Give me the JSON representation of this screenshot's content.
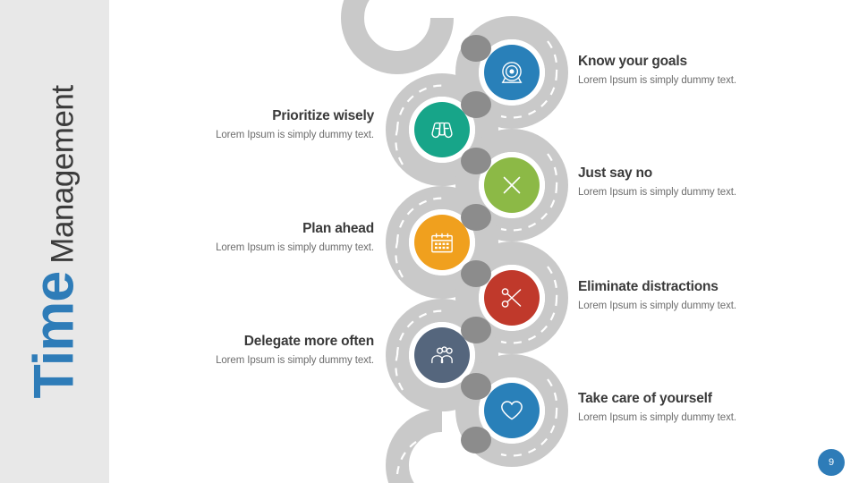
{
  "slide": {
    "title_main": "Time",
    "title_sub": "Management",
    "page_number": "9",
    "background_color": "#ffffff",
    "panel_color": "#e8e8e8",
    "accent_color": "#2e7cb8",
    "road_color": "#c9c9c9",
    "road_dash_color": "#ffffff",
    "connector_color": "#8c8c8c"
  },
  "steps": [
    {
      "title": "Know your goals",
      "desc": "Lorem Ipsum is simply dummy text.",
      "icon": "target-icon",
      "color": "#2980b9",
      "side": "right"
    },
    {
      "title": "Prioritize wisely",
      "desc": "Lorem Ipsum is simply dummy text.",
      "icon": "binoculars-icon",
      "color": "#17a589",
      "side": "left"
    },
    {
      "title": "Just say no",
      "desc": "Lorem Ipsum is simply dummy text.",
      "icon": "cross-icon",
      "color": "#8cb946",
      "side": "right"
    },
    {
      "title": "Plan ahead",
      "desc": "Lorem Ipsum is simply dummy text.",
      "icon": "calendar-icon",
      "color": "#f0a01e",
      "side": "left"
    },
    {
      "title": "Eliminate distractions",
      "desc": "Lorem Ipsum is simply dummy text.",
      "icon": "scissors-icon",
      "color": "#c0392b",
      "side": "right"
    },
    {
      "title": "Delegate more often",
      "desc": "Lorem Ipsum is simply dummy text.",
      "icon": "people-icon",
      "color": "#55667d",
      "side": "left"
    },
    {
      "title": "Take care of yourself",
      "desc": "Lorem Ipsum is simply dummy text.",
      "icon": "heart-icon",
      "color": "#2980b9",
      "side": "right"
    }
  ]
}
